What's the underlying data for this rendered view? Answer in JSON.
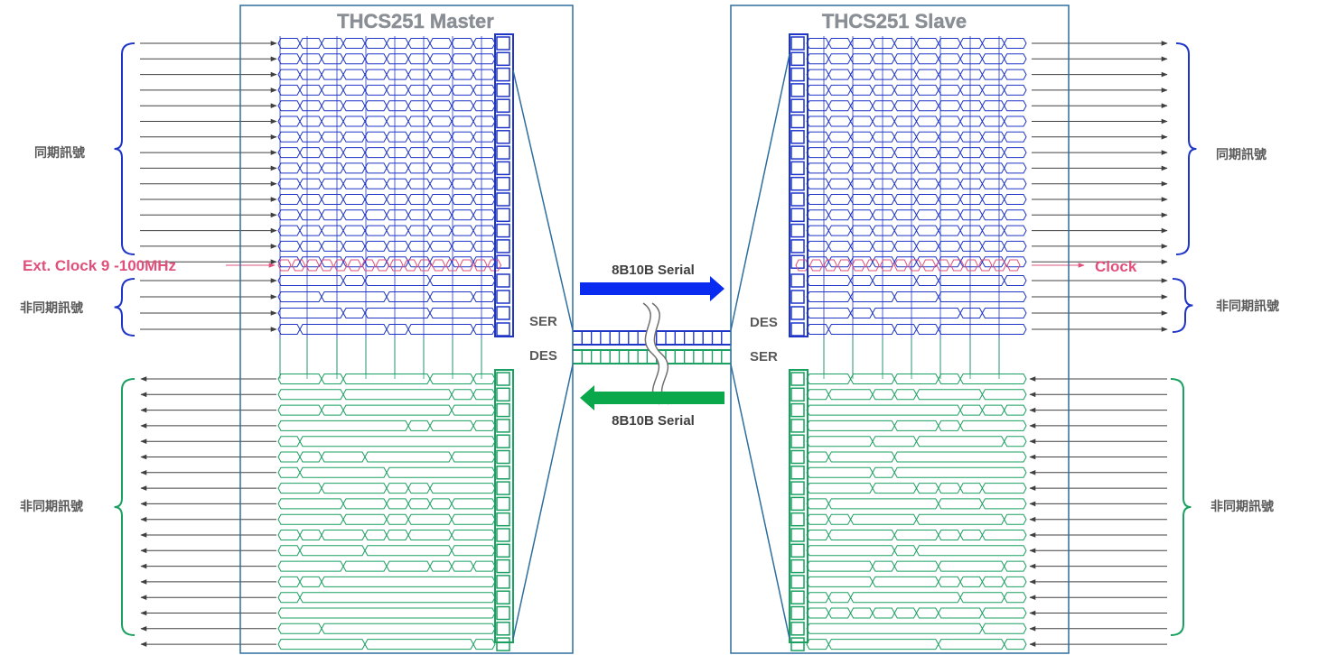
{
  "master": {
    "title": "THCS251 Master",
    "sync_label": "同期訊號",
    "async_in_label": "非同期訊號",
    "async_out_label": "非同期訊號",
    "clock_label": "Ext. Clock 9 -100MHz",
    "ser_label": "SER",
    "des_label": "DES"
  },
  "slave": {
    "title": "THCS251 Slave",
    "sync_label": "同期訊號",
    "async_out_label": "非同期訊號",
    "async_in_label": "非同期訊號",
    "clock_label": "Clock",
    "des_label": "DES",
    "ser_label": "SER"
  },
  "link": {
    "forward_label": "8B10B Serial",
    "reverse_label": "8B10B Serial"
  },
  "colors": {
    "blue": "#1f35c8",
    "green": "#1aa060",
    "pink": "#e0507a",
    "frame": "#2e6e9e",
    "arrow_blue": "#0a2cf0",
    "arrow_green": "#0aa84a",
    "wire": "#404040"
  }
}
